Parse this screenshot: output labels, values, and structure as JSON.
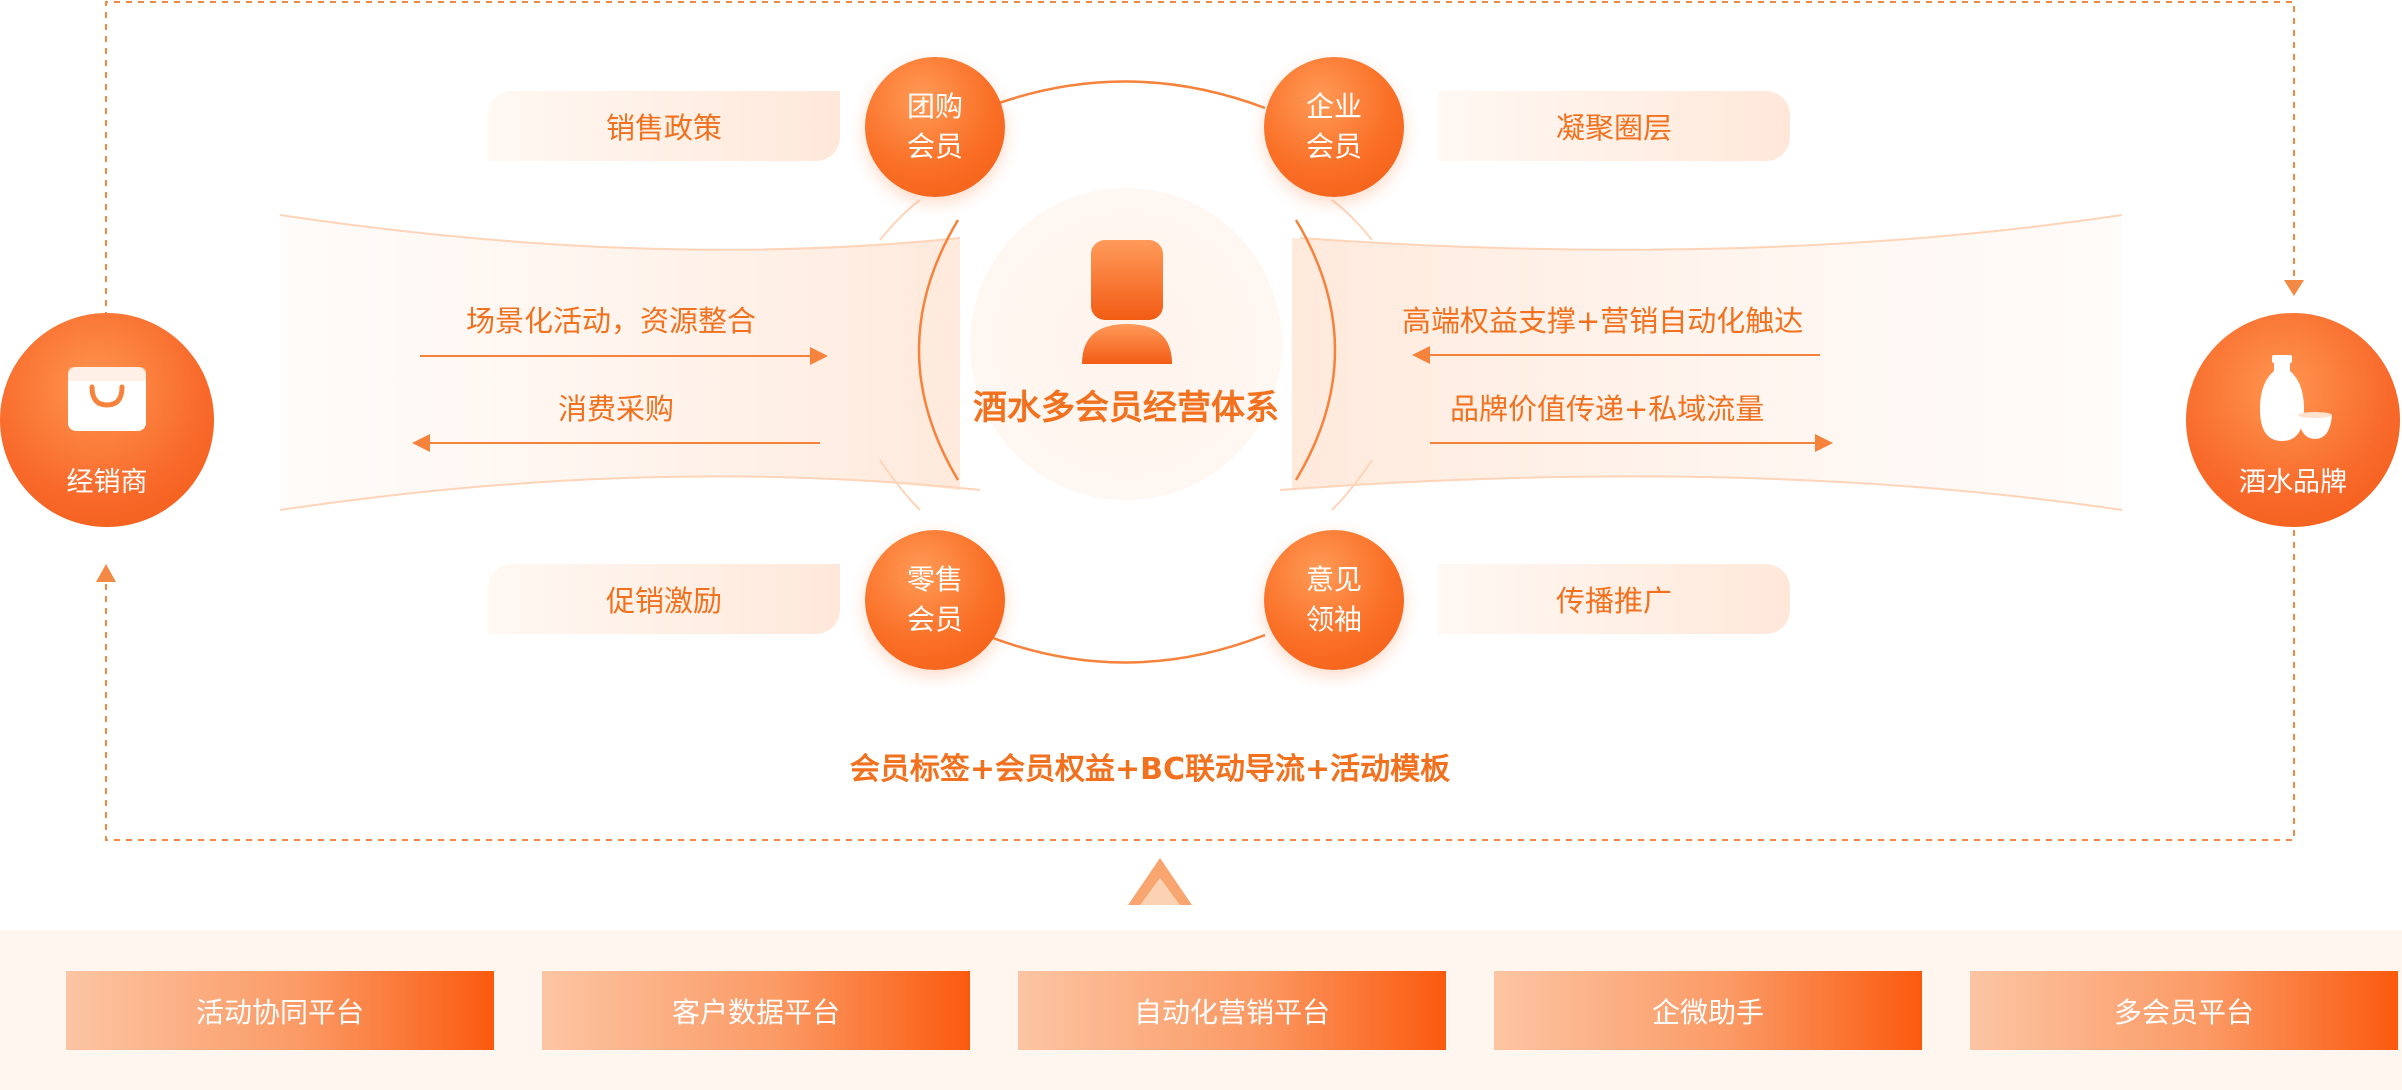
{
  "colors": {
    "accent": "#f2711f",
    "accent_dark": "#f25a14",
    "pill_bg": "#ffe8da",
    "platform_bg": "#fff6f0"
  },
  "center": {
    "title": "酒水多会员经营体系",
    "icon": "person-icon"
  },
  "members": [
    {
      "line1": "团购",
      "line2": "会员"
    },
    {
      "line1": "企业",
      "line2": "会员"
    },
    {
      "line1": "零售",
      "line2": "会员"
    },
    {
      "line1": "意见",
      "line2": "领袖"
    }
  ],
  "pills": [
    "销售政策",
    "凝聚圈层",
    "促销激励",
    "传播推广"
  ],
  "left_node": {
    "label": "经销商",
    "icon": "shopping-bag-icon"
  },
  "right_node": {
    "label": "酒水品牌",
    "icon": "liquor-bottle-icon"
  },
  "flows": {
    "left_top": "场景化活动，资源整合",
    "left_bottom": "消费采购",
    "right_top": "高端权益支撑+营销自动化触达",
    "right_bottom": "品牌价值传递+私域流量"
  },
  "tagline": "会员标签+会员权益+BC联动导流+活动模板",
  "platforms": [
    "活动协同平台",
    "客户数据平台",
    "自动化营销平台",
    "企微助手",
    "多会员平台"
  ]
}
